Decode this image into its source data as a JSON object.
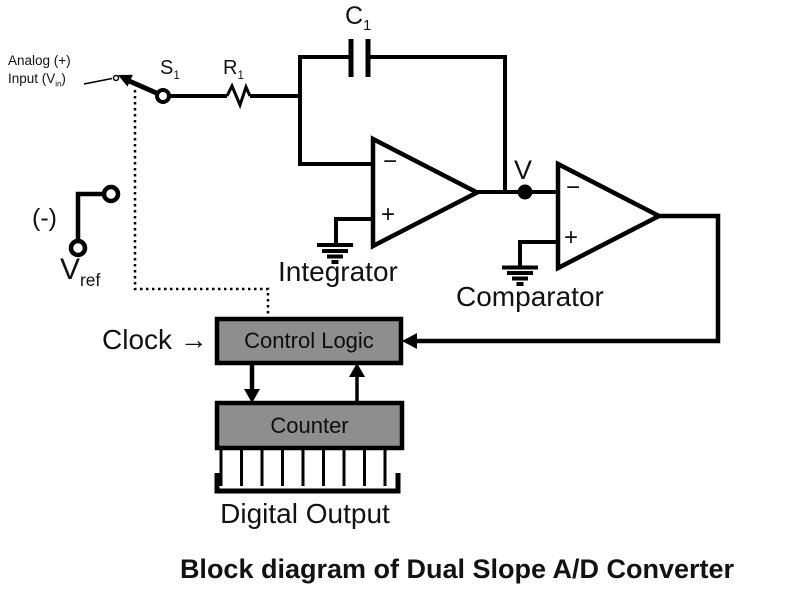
{
  "diagram": {
    "caption": "Block diagram of Dual Slope A/D Converter",
    "analog_input": {
      "line1": "Analog (+)",
      "line2_pre": "Input (V",
      "line2_sub": "in",
      "line2_post": ")"
    },
    "switch": {
      "base": "S",
      "sub": "1"
    },
    "resistor": {
      "base": "R",
      "sub": "1"
    },
    "capacitor": {
      "base": "C",
      "sub": "1"
    },
    "vref": {
      "sign": "(-)",
      "base": "V",
      "sub": "ref"
    },
    "v_node": "V",
    "integrator": {
      "label": "Integrator",
      "minus": "−",
      "plus": "+"
    },
    "comparator": {
      "label": "Comparator",
      "minus": "−",
      "plus": "+"
    },
    "clock_label": "Clock →",
    "control_logic": "Control Logic",
    "counter": "Counter",
    "digital_output": "Digital Output",
    "digital_output_pins": 9
  },
  "colors": {
    "line": "#000000",
    "box_fill": "#8e8e8e",
    "canvas": "#ffffff"
  }
}
